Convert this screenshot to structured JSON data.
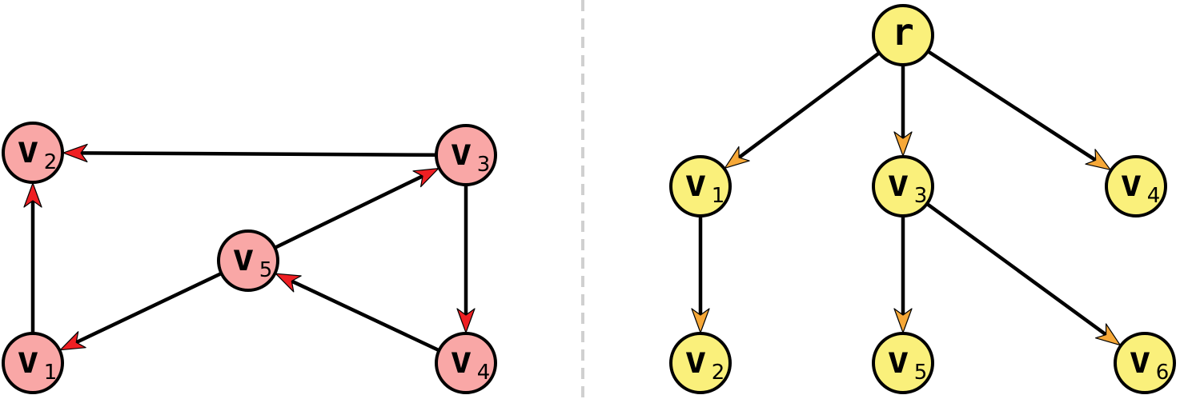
{
  "colors": {
    "graph_node_fill": "#f9a7a6",
    "graph_arrow": "#ef1f23",
    "tree_node_fill": "#faf07b",
    "tree_arrow": "#f6a838",
    "divider": "#d0d0d0"
  },
  "graph": {
    "nodes": [
      {
        "id": "v1",
        "main": "v",
        "sub": "1"
      },
      {
        "id": "v2",
        "main": "v",
        "sub": "2"
      },
      {
        "id": "v3",
        "main": "v",
        "sub": "3"
      },
      {
        "id": "v4",
        "main": "v",
        "sub": "4"
      },
      {
        "id": "v5",
        "main": "v",
        "sub": "5"
      }
    ],
    "edges": [
      {
        "from": "v3",
        "to": "v2"
      },
      {
        "from": "v1",
        "to": "v2"
      },
      {
        "from": "v5",
        "to": "v3"
      },
      {
        "from": "v3",
        "to": "v4"
      },
      {
        "from": "v4",
        "to": "v5"
      },
      {
        "from": "v5",
        "to": "v1"
      }
    ]
  },
  "tree": {
    "nodes": [
      {
        "id": "r",
        "main": "r",
        "sub": ""
      },
      {
        "id": "v1",
        "main": "v",
        "sub": "1"
      },
      {
        "id": "v3",
        "main": "v",
        "sub": "3"
      },
      {
        "id": "v4",
        "main": "v",
        "sub": "4"
      },
      {
        "id": "v2",
        "main": "v",
        "sub": "2"
      },
      {
        "id": "v5",
        "main": "v",
        "sub": "5"
      },
      {
        "id": "v6",
        "main": "v",
        "sub": "6"
      }
    ],
    "edges": [
      {
        "from": "r",
        "to": "v1"
      },
      {
        "from": "r",
        "to": "v3"
      },
      {
        "from": "r",
        "to": "v4"
      },
      {
        "from": "v1",
        "to": "v2"
      },
      {
        "from": "v3",
        "to": "v5"
      },
      {
        "from": "v3",
        "to": "v6"
      }
    ]
  }
}
